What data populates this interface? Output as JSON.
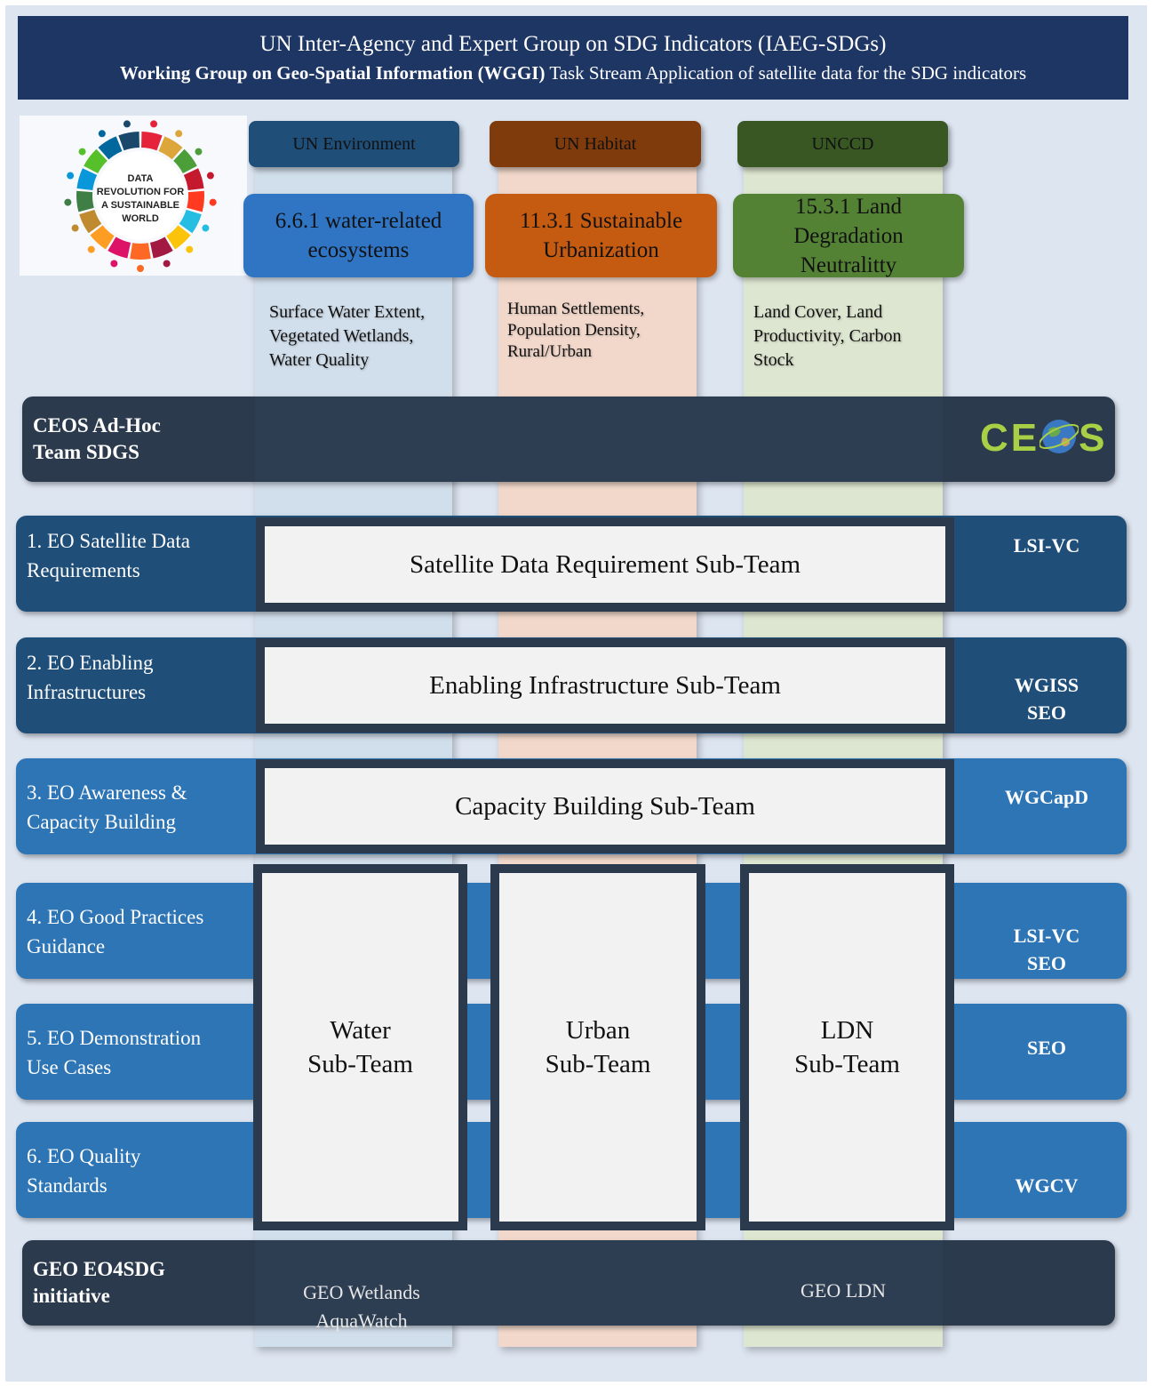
{
  "header": {
    "line1": "UN Inter-Agency and Expert Group on SDG Indicators (IAEG-SDGs)",
    "line2_bold": "Working Group on Geo-Spatial Information (WGGI)",
    "line2_rest": " Task Stream Application of satellite data for the SDG indicators"
  },
  "logo": {
    "lines": [
      "DATA",
      "REVOLUTION FOR",
      "A SUSTAINABLE",
      "WORLD"
    ],
    "ring_colors": [
      "#e5243b",
      "#dda63a",
      "#4c9f38",
      "#c5192d",
      "#ff3a21",
      "#26bde2",
      "#fcc30b",
      "#a21942",
      "#fd6925",
      "#dd1367",
      "#fd9d24",
      "#bf8b2e",
      "#3f7e44",
      "#0a97d9",
      "#56c02b",
      "#00689d",
      "#19486a"
    ]
  },
  "agencies": [
    "UN Environment",
    "UN Habitat",
    "UNCCD"
  ],
  "goals": [
    {
      "lines": [
        "6.6.1 water-related",
        "ecosystems"
      ]
    },
    {
      "lines": [
        "11.3.1 Sustainable",
        "Urbanization"
      ]
    },
    {
      "lines": [
        "15.3.1 Land",
        "Degradation",
        "Neutralitty"
      ]
    }
  ],
  "indicators": [
    [
      "Surface Water Extent,",
      "Vegetated Wetlands,",
      "Water Quality"
    ],
    [
      "Human Settlements,",
      "Population Density,",
      "Rural/Urban"
    ],
    [
      "Land Cover, Land",
      "Productivity, Carbon",
      "Stock"
    ]
  ],
  "ceos": {
    "label_lines": [
      "CEOS Ad-Hoc",
      "Team SDGS"
    ],
    "logo_text_left": "CE",
    "logo_text_right": "S"
  },
  "rows": [
    {
      "label_lines": [
        "1. EO Satellite Data",
        "Requirements"
      ],
      "right_lines": [
        "LSI-VC"
      ]
    },
    {
      "label_lines": [
        "2. EO Enabling",
        "Infrastructures"
      ],
      "right_lines": [
        "WGISS",
        "SEO"
      ]
    },
    {
      "label_lines": [
        "3. EO Awareness &",
        "Capacity Building"
      ],
      "right_lines": [
        "WGCapD"
      ]
    },
    {
      "label_lines": [
        "4. EO Good Practices",
        "Guidance"
      ],
      "right_lines": [
        "LSI-VC",
        "SEO"
      ]
    },
    {
      "label_lines": [
        "5. EO Demonstration",
        "Use Cases"
      ],
      "right_lines": [
        "SEO"
      ]
    },
    {
      "label_lines": [
        "6. EO Quality",
        "Standards"
      ],
      "right_lines": [
        "WGCV"
      ]
    }
  ],
  "subteams": [
    "Satellite Data Requirement Sub-Team",
    "Enabling Infrastructure Sub-Team",
    "Capacity Building Sub-Team"
  ],
  "vteams": [
    {
      "lines": [
        "Water",
        "Sub-Team"
      ]
    },
    {
      "lines": [
        "Urban",
        "Sub-Team"
      ]
    },
    {
      "lines": [
        "LDN",
        "Sub-Team"
      ]
    }
  ],
  "geo": {
    "label_lines": [
      "GEO EO4SDG",
      "initiative"
    ],
    "items": [
      {
        "lines": [
          "GEO Wetlands",
          "AquaWatch"
        ]
      },
      {
        "lines": [
          "GEO LDN"
        ]
      }
    ]
  }
}
